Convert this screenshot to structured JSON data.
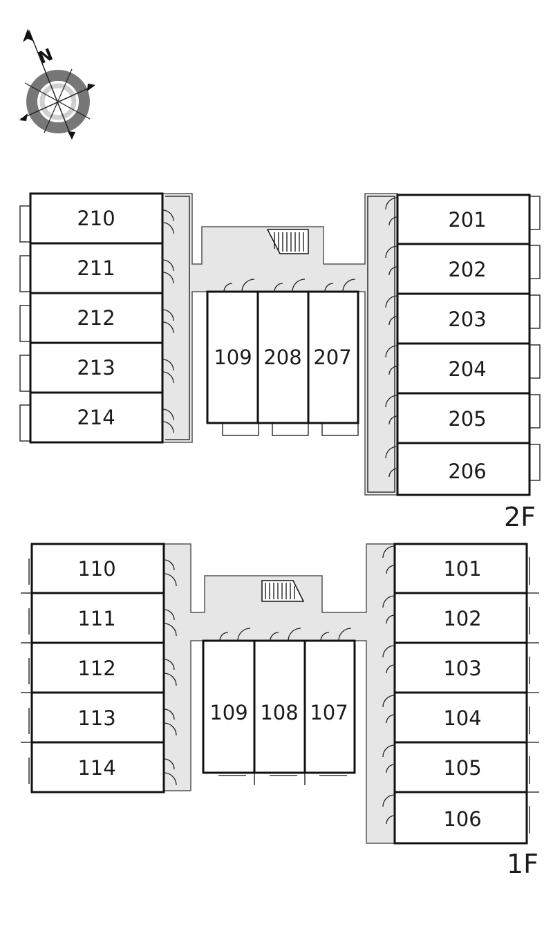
{
  "floors": {
    "second": {
      "label": "2F",
      "units_left": [
        "210",
        "211",
        "212",
        "213",
        "214"
      ],
      "units_center": [
        "109",
        "208",
        "207"
      ],
      "units_right": [
        "201",
        "202",
        "203",
        "204",
        "205",
        "206"
      ]
    },
    "first": {
      "label": "1F",
      "units_left": [
        "110",
        "111",
        "112",
        "113",
        "114"
      ],
      "units_center": [
        "109",
        "108",
        "107"
      ],
      "units_right": [
        "101",
        "102",
        "103",
        "104",
        "105",
        "106"
      ]
    }
  },
  "compass": {
    "label": "N",
    "icon": "compass-rose-icon"
  },
  "colors": {
    "corridor": "#e6e6e6",
    "wall": "#111111"
  }
}
